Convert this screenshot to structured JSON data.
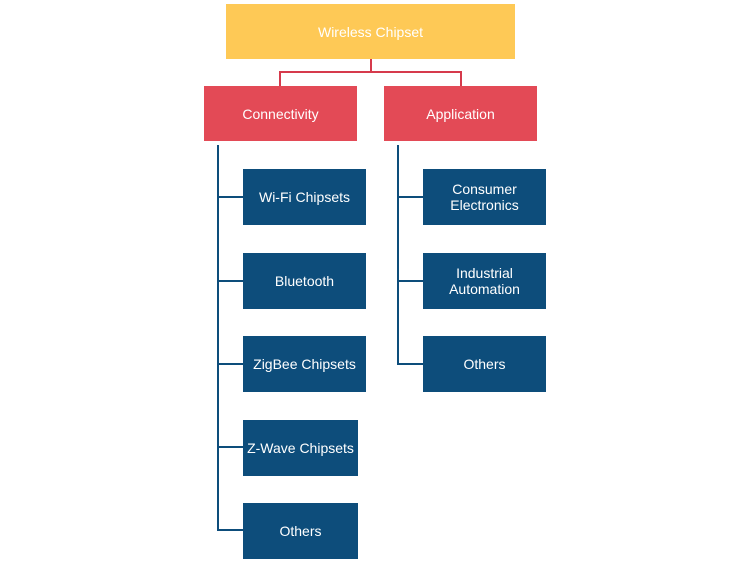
{
  "root": {
    "label": "Wireless Chipset"
  },
  "categories": [
    {
      "label": "Connectivity",
      "items": [
        "Wi-Fi Chipsets",
        "Bluetooth",
        "ZigBee Chipsets",
        "Z-Wave Chipsets",
        "Others"
      ]
    },
    {
      "label": "Application",
      "items": [
        "Consumer\nElectronics",
        "Industrial\nAutomation",
        "Others"
      ]
    }
  ],
  "colors": {
    "root": "#fec956",
    "category": "#e34a56",
    "leaf": "#0d4d7b",
    "root_connector": "#d63a4c",
    "leaf_connector": "#0d4d7b"
  }
}
